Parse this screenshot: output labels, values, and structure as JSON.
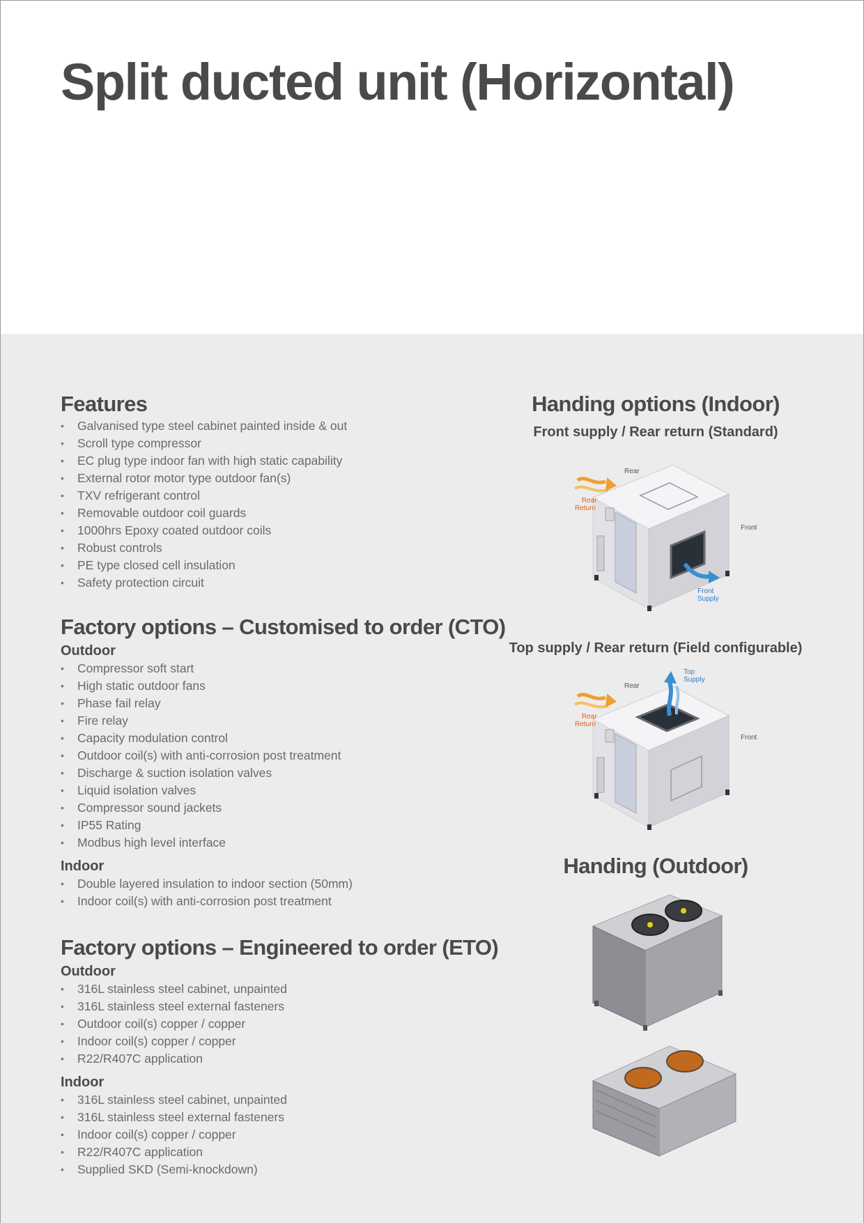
{
  "page_title": "Split ducted unit (Horizontal)",
  "features": {
    "heading": "Features",
    "items": [
      "Galvanised type steel cabinet painted inside & out",
      "Scroll type compressor",
      "EC plug type indoor fan with high static capability",
      "External rotor motor type outdoor fan(s)",
      "TXV refrigerant control",
      "Removable outdoor coil guards",
      "1000hrs Epoxy coated outdoor coils",
      "Robust controls",
      "PE type closed cell insulation",
      "Safety protection circuit"
    ]
  },
  "cto": {
    "heading": "Factory options – Customised to order (CTO)",
    "outdoor_label": "Outdoor",
    "outdoor_items": [
      "Compressor soft start",
      "High static outdoor fans",
      "Phase fail relay",
      "Fire relay",
      "Capacity modulation control",
      "Outdoor coil(s) with anti-corrosion post treatment",
      "Discharge & suction isolation valves",
      "Liquid isolation valves",
      "Compressor sound jackets",
      "IP55 Rating",
      "Modbus high level interface"
    ],
    "indoor_label": "Indoor",
    "indoor_items": [
      "Double layered insulation to indoor section (50mm)",
      "Indoor coil(s) with anti-corrosion post treatment"
    ]
  },
  "eto": {
    "heading": "Factory options – Engineered  to order (ETO)",
    "outdoor_label": "Outdoor",
    "outdoor_items": [
      "316L stainless steel cabinet, unpainted",
      "316L stainless steel external fasteners",
      "Outdoor coil(s) copper / copper",
      "Indoor coil(s) copper / copper",
      "R22/R407C application"
    ],
    "indoor_label": "Indoor",
    "indoor_items": [
      "316L stainless steel cabinet, unpainted",
      "316L stainless steel external fasteners",
      "Indoor coil(s) copper / copper",
      "R22/R407C application",
      "Supplied SKD (Semi-knockdown)"
    ]
  },
  "handing_indoor": {
    "heading": "Handing options (Indoor)",
    "option1": {
      "title": "Front supply / Rear return (Standard)",
      "label_rear": "Rear",
      "label_front": "Front",
      "label_return_1": "Rear",
      "label_return_2": "Return",
      "label_supply_1": "Front",
      "label_supply_2": "Supply"
    },
    "option2": {
      "title": "Top supply / Rear return (Field configurable)",
      "label_rear": "Rear",
      "label_front": "Front",
      "label_return_1": "Rear",
      "label_return_2": "Return",
      "label_supply_1": "Top",
      "label_supply_2": "Supply"
    }
  },
  "handing_outdoor": {
    "heading": "Handing (Outdoor)"
  },
  "colors": {
    "text_dark": "#4a4a4a",
    "text_body": "#6a6a6a",
    "panel_bg": "#ececec",
    "return_arrow": "#f0a030",
    "supply_arrow": "#3a8fd0",
    "return_label": "#e06020",
    "supply_label": "#2a7fc8"
  }
}
